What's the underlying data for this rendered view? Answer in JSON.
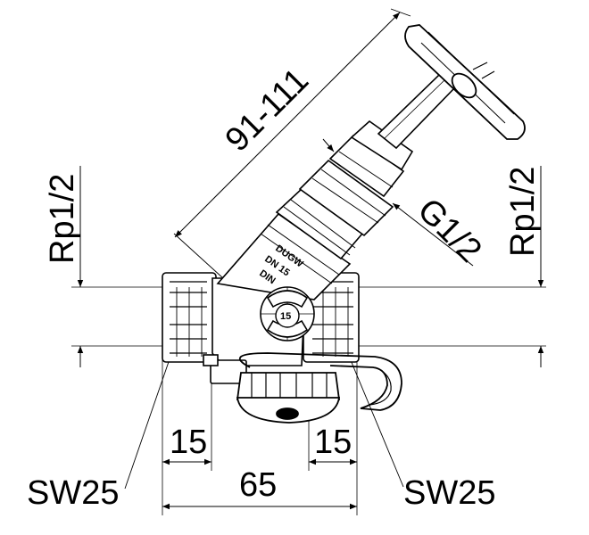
{
  "drawing": {
    "dimensions": {
      "stem_length": "91-111",
      "thread_left": "Rp1/2",
      "thread_right": "Rp1/2",
      "gland_thread": "G1/2",
      "overall_length": "65",
      "depth_left": "15",
      "depth_right": "15",
      "wrench_left": "SW25",
      "wrench_right": "SW25"
    },
    "body_markings": {
      "brand": "DUGW",
      "nominal": "DN 15",
      "standard": "DIN",
      "cap_number": "15"
    }
  }
}
